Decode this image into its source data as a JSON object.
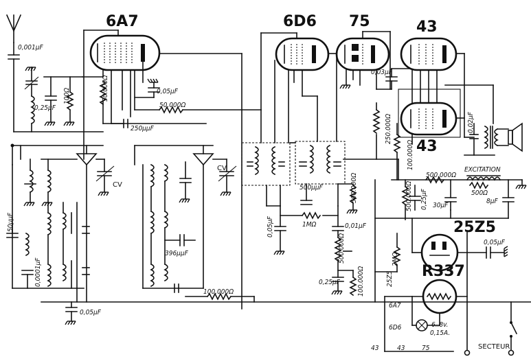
{
  "tubes": {
    "t1": "6A7",
    "t2": "6D6",
    "t3": "75",
    "t4": "43",
    "t4b": "43",
    "t5": "25Z5",
    "t6": "R337"
  },
  "components": {
    "c_ant": "0,001µF",
    "c_025": "0,25µF",
    "r_100": "100Ω",
    "r_50000": "50.000Ω",
    "c_005a": "0,05µF",
    "r_50000b": "50.000Ω",
    "c_250": "250µµF",
    "cv1": "CV",
    "cv2": "CV",
    "c_50": "50µµF",
    "c_0001": "0,0001µF",
    "c_005b": "0,05µF",
    "c_396": "396µµF",
    "r_100000": "100.000Ω",
    "c_003": "0,03µF",
    "r_250000": "250.000Ω",
    "r_100000b": "100.000Ω",
    "c_500": "500µµF",
    "r_500000": "500.000Ω",
    "c_005c": "0,05µF",
    "r_1m": "1MΩ",
    "c_001": "0,01µF",
    "r_500000b": "500.000Ω",
    "c_025b": "0,25µF",
    "r_100000c": "100.000Ω",
    "c_002": "0,02µF",
    "excitation": "EXCITATION",
    "r_500000c": "500.000Ω",
    "r_500": "500Ω",
    "r_500000d": "500.000Ω",
    "c_025c": "0,25µF",
    "c_30": "30µF",
    "c_8": "8µF",
    "c_005d": "0,05µF",
    "r_2m": "2MΩ",
    "lamp": "6..8v.",
    "lamp2": "0,15A.",
    "secteur": "SECTEUR"
  },
  "heater_chain": {
    "h1": "25Z5",
    "h2": "6A7",
    "h3": "6D6",
    "h4": "43",
    "h5": "43",
    "h6": "75"
  }
}
